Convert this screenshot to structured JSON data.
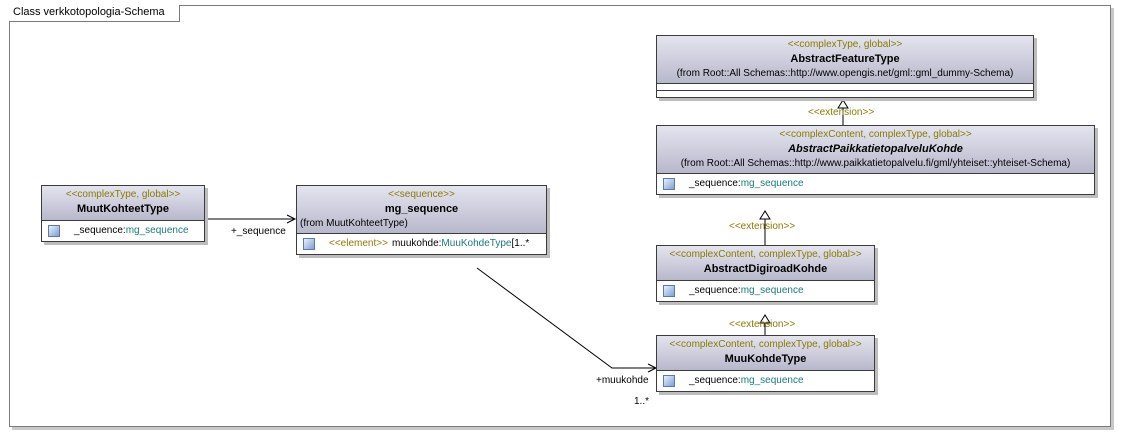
{
  "frame": {
    "title": "Class verkkotopologia-Schema"
  },
  "classes": {
    "muut_kohteet": {
      "stereotype": "<<complexType, global>>",
      "name": "MuutKohteetType",
      "attr_name": "_sequence:",
      "attr_type": "mg_sequence"
    },
    "mg_sequence": {
      "stereotype": "<<sequence>>",
      "name": "mg_sequence",
      "from": "(from MuutKohteetType)",
      "elem_stereo": "<<element>>",
      "elem_name": "muukohde:",
      "elem_type": "MuuKohdeType",
      "elem_mult": "[1..*"
    },
    "abstract_feature": {
      "stereotype": "<<complexType, global>>",
      "name": "AbstractFeatureType",
      "from": "(from Root::All Schemas::http://www.opengis.net/gml::gml_dummy-Schema)"
    },
    "abstract_paikka": {
      "stereotype": "<<complexContent, complexType, global>>",
      "name": "AbstractPaikkatietopalveluKohde",
      "from": "(from Root::All Schemas::http://www.paikkatietopalvelu.fi/gml/yhteiset::yhteiset-Schema)",
      "attr_name": "_sequence:",
      "attr_type": "mg_sequence"
    },
    "abstract_digiroad": {
      "stereotype": "<<complexContent, complexType, global>>",
      "name": "AbstractDigiroadKohde",
      "attr_name": "_sequence:",
      "attr_type": "mg_sequence"
    },
    "muu_kohde": {
      "stereotype": "<<complexContent, complexType, global>>",
      "name": "MuuKohdeType",
      "attr_name": "_sequence:",
      "attr_type": "mg_sequence"
    }
  },
  "labels": {
    "seq_role": "+_sequence",
    "muukohde_role": "+muukohde",
    "muukohde_mult": "1..*",
    "ext1": "<<extension>>",
    "ext2": "<<extension>>",
    "ext3": "<<extension>>"
  }
}
